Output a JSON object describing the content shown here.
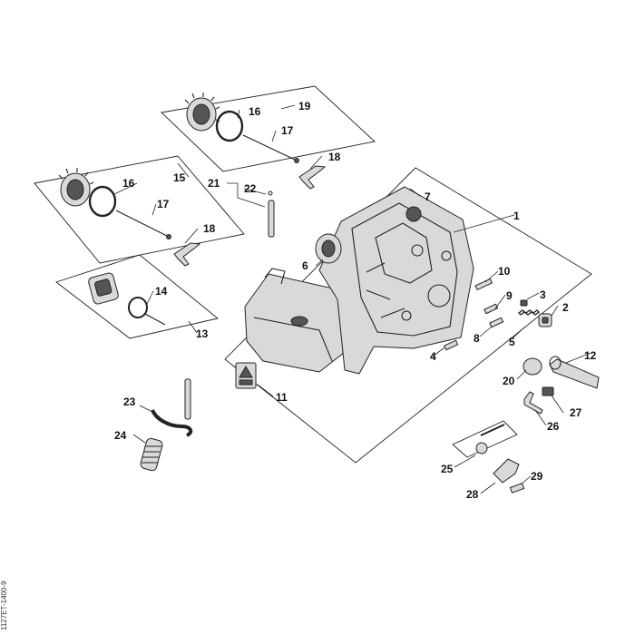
{
  "callouts": {
    "c1": "1",
    "c2": "2",
    "c3": "3",
    "c4": "4",
    "c5": "5",
    "c6": "6",
    "c7": "7",
    "c8": "8",
    "c9": "9",
    "c10": "10",
    "c11": "11",
    "c12": "12",
    "c13": "13",
    "c14": "14",
    "c15": "15",
    "c16a": "16",
    "c16b": "16",
    "c17a": "17",
    "c17b": "17",
    "c18a": "18",
    "c18b": "18",
    "c19": "19",
    "c20": "20",
    "c21": "21",
    "c22": "22",
    "c23": "23",
    "c24": "24",
    "c25": "25",
    "c26": "26",
    "c27": "27",
    "c28": "28",
    "c29": "29"
  },
  "drawing_code": "1127ET-1400-9"
}
